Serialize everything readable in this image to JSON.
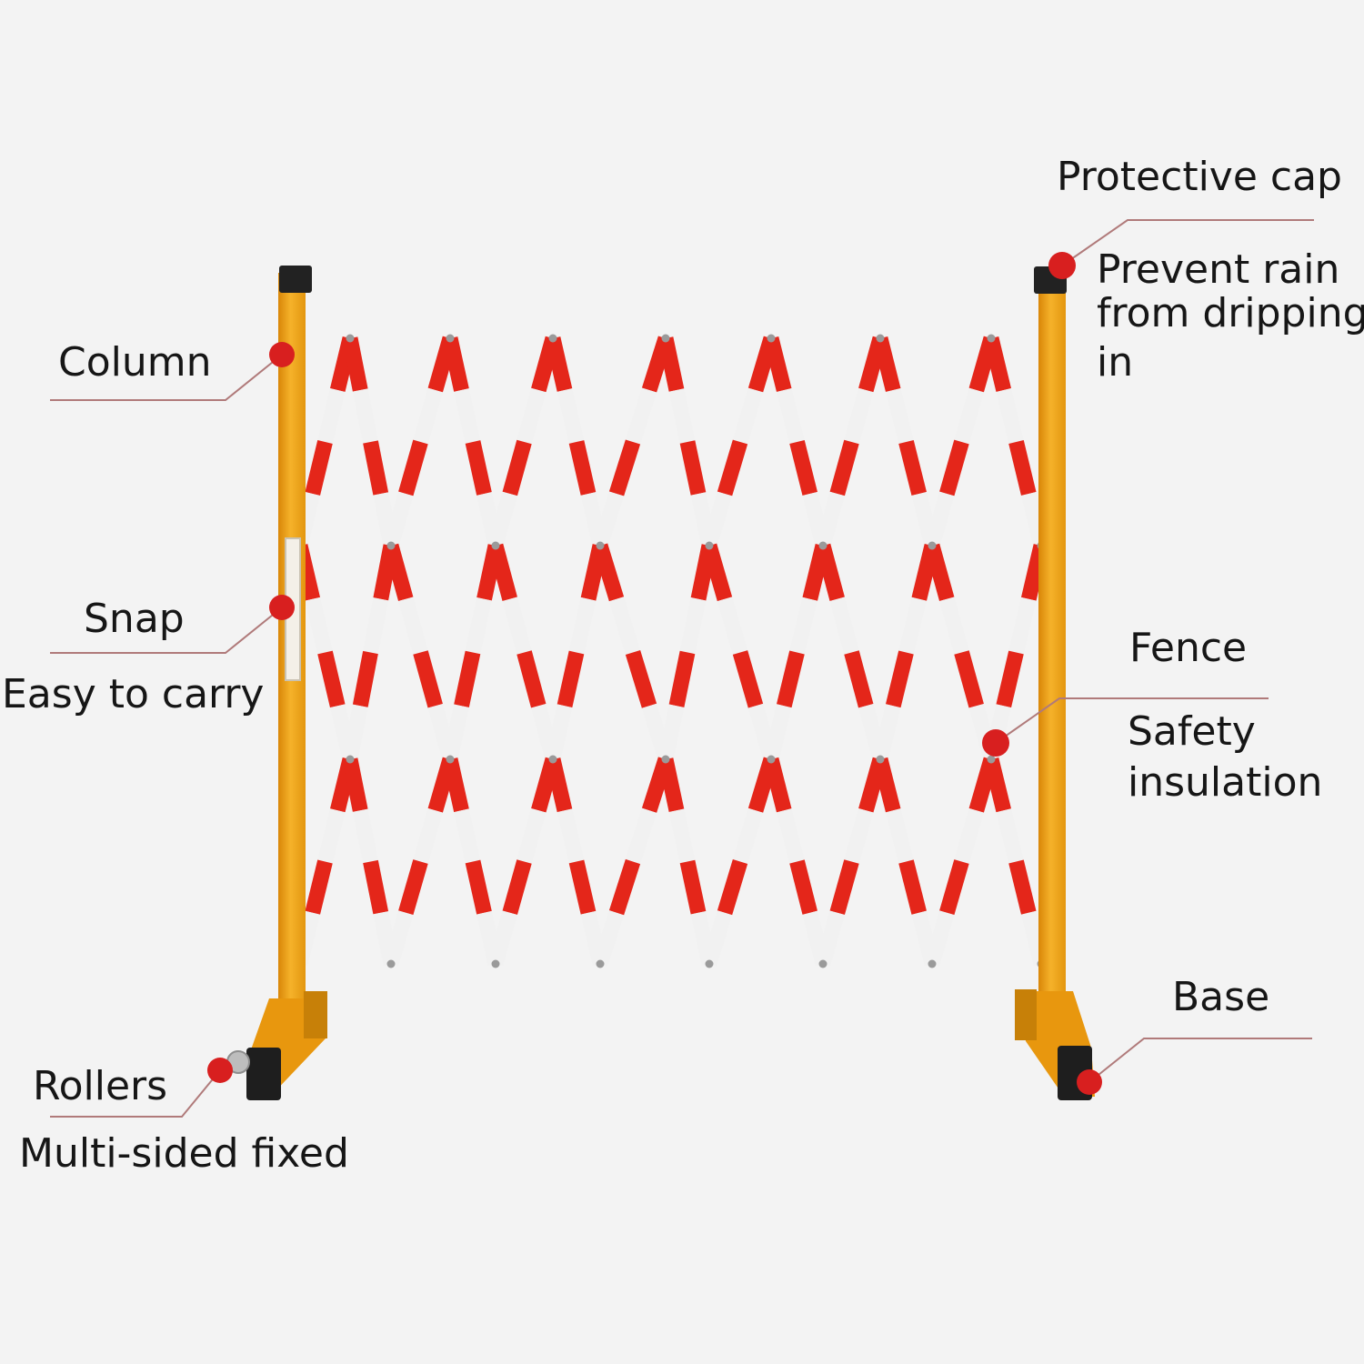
{
  "diagram": {
    "colors": {
      "background": "#f3f3f3",
      "column": "#f2a51a",
      "column_shade": "#d88408",
      "cap": "#222222",
      "stripe_red": "#e4261a",
      "stripe_white": "#f1f1f1",
      "marker": "#d81f1f",
      "leader_line": "#b07a7a"
    },
    "callouts": {
      "column": {
        "title": "Column"
      },
      "snap": {
        "title": "Snap",
        "subtitle": "Easy to carry"
      },
      "rollers": {
        "title": "Rollers",
        "subtitle": "Multi-sided fixed"
      },
      "protective_cap": {
        "title": "Protective cap",
        "desc_line1": "Prevent rain",
        "desc_line2": "from dripping",
        "desc_line3": "in"
      },
      "fence": {
        "title": "Fence",
        "desc_line1": "Safety",
        "desc_line2": "insulation"
      },
      "base": {
        "title": "Base"
      }
    }
  }
}
